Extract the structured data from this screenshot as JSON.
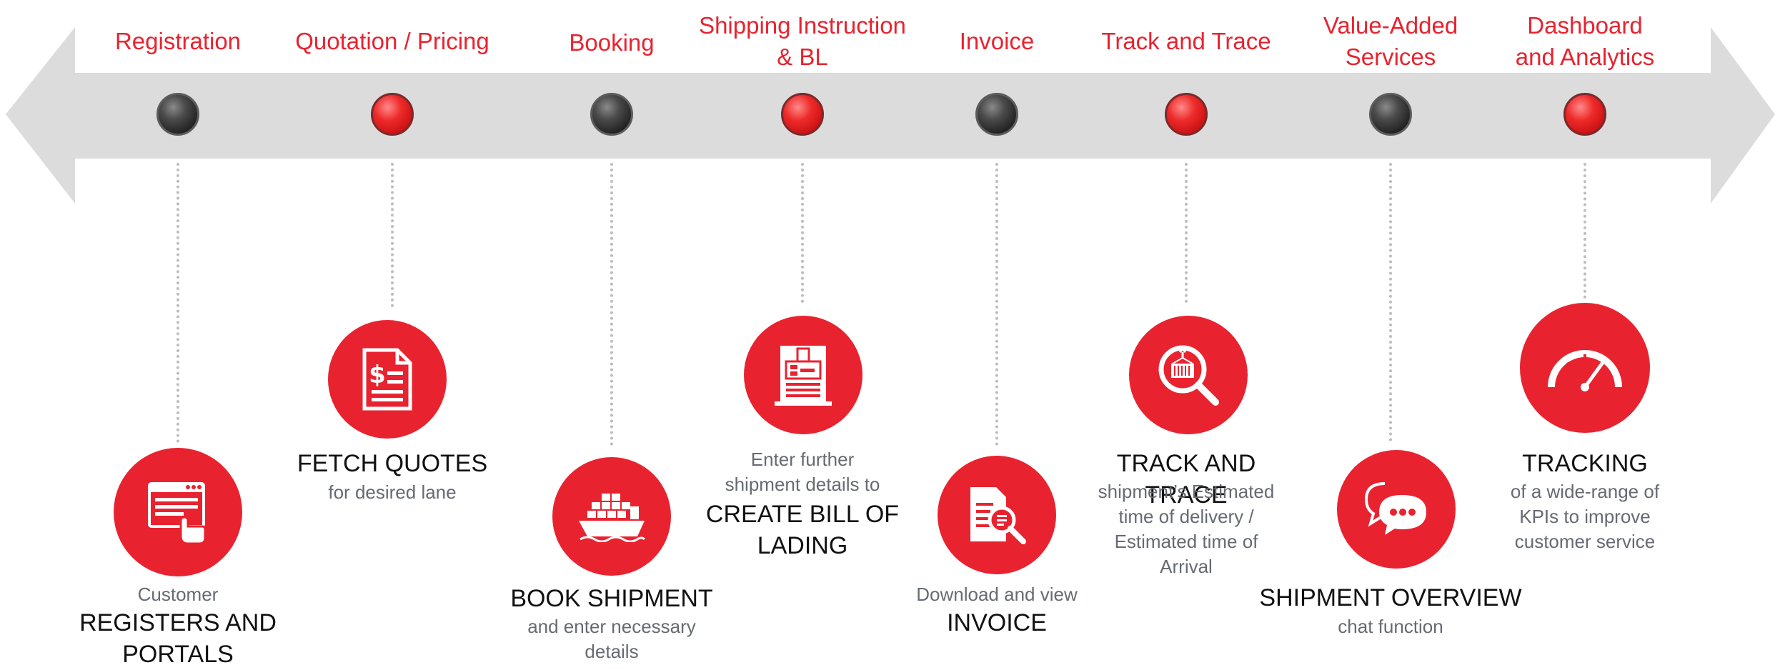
{
  "colors": {
    "accent": "#e8232f",
    "arrow": "#dcdcdc",
    "dark_dot": "#2b2b2b",
    "red_dot": "#e8232f",
    "caption": "#666a72"
  },
  "stages": [
    {
      "title": [
        "Registration"
      ],
      "dot": "dark",
      "icon": "web-form-hand-icon",
      "pre": [
        "Customer"
      ],
      "headline": [
        "REGISTERS AND",
        "PORTALS"
      ],
      "post": []
    },
    {
      "title": [
        "Quotation / Pricing"
      ],
      "dot": "red",
      "icon": "price-document-icon",
      "pre": [],
      "headline": [
        "FETCH QUOTES"
      ],
      "post": [
        "for desired lane"
      ]
    },
    {
      "title": [
        "Booking"
      ],
      "dot": "dark",
      "icon": "cargo-ship-icon",
      "pre": [],
      "headline": [
        "BOOK SHIPMENT"
      ],
      "post": [
        "and enter necessary",
        "details"
      ]
    },
    {
      "title": [
        "Shipping Instruction",
        "& BL"
      ],
      "dot": "red",
      "icon": "bill-of-lading-icon",
      "pre": [
        "Enter further",
        "shipment details to"
      ],
      "headline": [
        "CREATE BILL OF",
        "LADING"
      ],
      "post": []
    },
    {
      "title": [
        "Invoice"
      ],
      "dot": "dark",
      "icon": "invoice-search-icon",
      "pre": [
        "Download and view"
      ],
      "headline": [
        "INVOICE"
      ],
      "post": []
    },
    {
      "title": [
        "Track and Trace"
      ],
      "dot": "red",
      "icon": "container-magnifier-icon",
      "pre": [],
      "headline": [
        "TRACK AND TRACE"
      ],
      "post": [
        "shipment’s Estimated",
        "time of delivery /",
        "Estimated time of",
        "Arrival"
      ]
    },
    {
      "title": [
        "Value-Added",
        "Services"
      ],
      "dot": "dark",
      "icon": "chat-bubbles-icon",
      "pre": [],
      "headline": [
        "SHIPMENT OVERVIEW"
      ],
      "post": [
        "chat function"
      ]
    },
    {
      "title": [
        "Dashboard",
        "and Analytics"
      ],
      "dot": "red",
      "icon": "speedometer-icon",
      "pre": [],
      "headline": [
        "TRACKING"
      ],
      "post": [
        "of a wide-range of",
        "KPIs to improve",
        "customer service"
      ]
    }
  ]
}
